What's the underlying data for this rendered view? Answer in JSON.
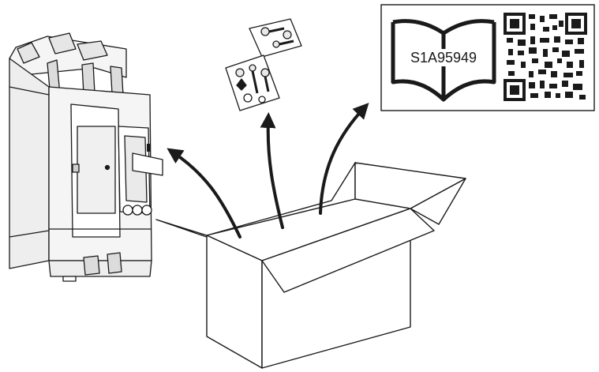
{
  "document": {
    "reference": "S1A95949"
  },
  "colors": {
    "line": "#1a1a1a",
    "panel_fill": "#f5f5f5",
    "hardware_fill": "#e9e9e9"
  },
  "illustration": {
    "items": [
      "circuit-breaker",
      "mounting-hardware",
      "instruction-sheet",
      "shipping-box"
    ],
    "arrows": 3
  }
}
